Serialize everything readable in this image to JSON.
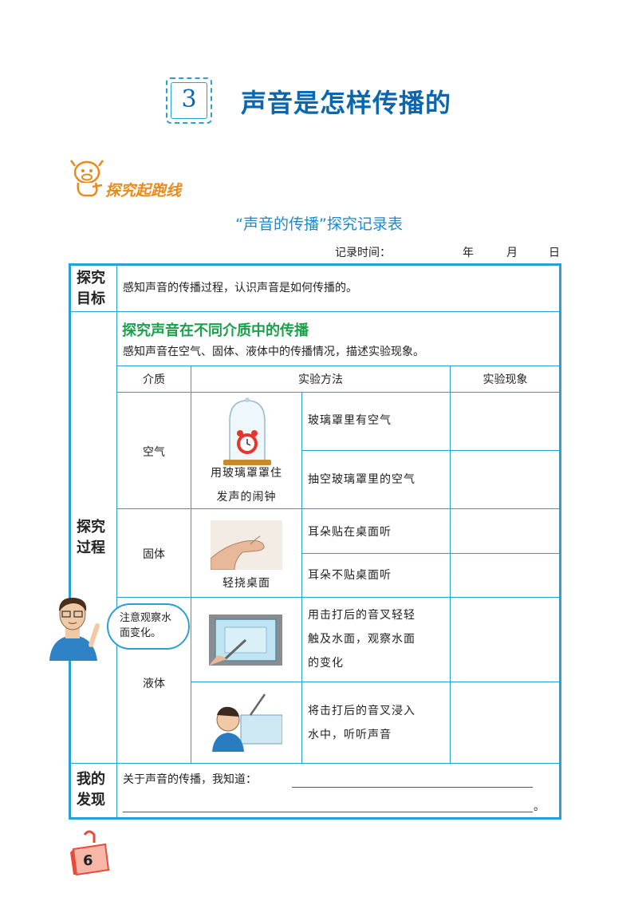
{
  "header": {
    "chapter_number": "3",
    "chapter_title": "声音是怎样传播的"
  },
  "section_label": "探究起跑线",
  "table_title": "“声音的传播”探究记录表",
  "record": {
    "label": "记录时间：",
    "year": "年",
    "month": "月",
    "day": "日"
  },
  "goal": {
    "heading_line1": "探究",
    "heading_line2": "目标",
    "text": "感知声音的传播过程，认识声音是如何传播的。"
  },
  "process": {
    "heading_line1": "探究",
    "heading_line2": "过程",
    "subtitle": "探究声音在不同介质中的传播",
    "description": "感知声音在空气、固体、液体中的传播情况，描述实验现象。",
    "columns": [
      "介质",
      "实验方法",
      "实验现象"
    ],
    "rows": [
      {
        "medium": "空气",
        "image_caption_line1": "用玻璃罩罩住",
        "image_caption_line2": "发声的闹钟",
        "methods": [
          "玻璃罩里有空气",
          "抽空玻璃罩里的空气"
        ]
      },
      {
        "medium": "固体",
        "image_caption": "轻挠桌面",
        "methods": [
          "耳朵贴在桌面听",
          "耳朵不贴桌面听"
        ]
      },
      {
        "medium": "液体",
        "methods_multiline": [
          [
            "用击打后的音叉轻轻",
            "触及水面，观察水面",
            "的变化"
          ],
          [
            "将击打后的音叉浸入",
            "水中，听听声音"
          ]
        ]
      }
    ]
  },
  "bubble": {
    "line1": "注意观察水",
    "line2": "面变化。"
  },
  "finding": {
    "heading_line1": "我的",
    "heading_line2": "发现",
    "prompt": "关于声音的传播，我知道：",
    "end_mark": "。"
  },
  "page_number": "6",
  "colors": {
    "border": "#2a9fd6",
    "title_blue": "#0b66b0",
    "green": "#1aa14a",
    "orange": "#e98a1a"
  }
}
